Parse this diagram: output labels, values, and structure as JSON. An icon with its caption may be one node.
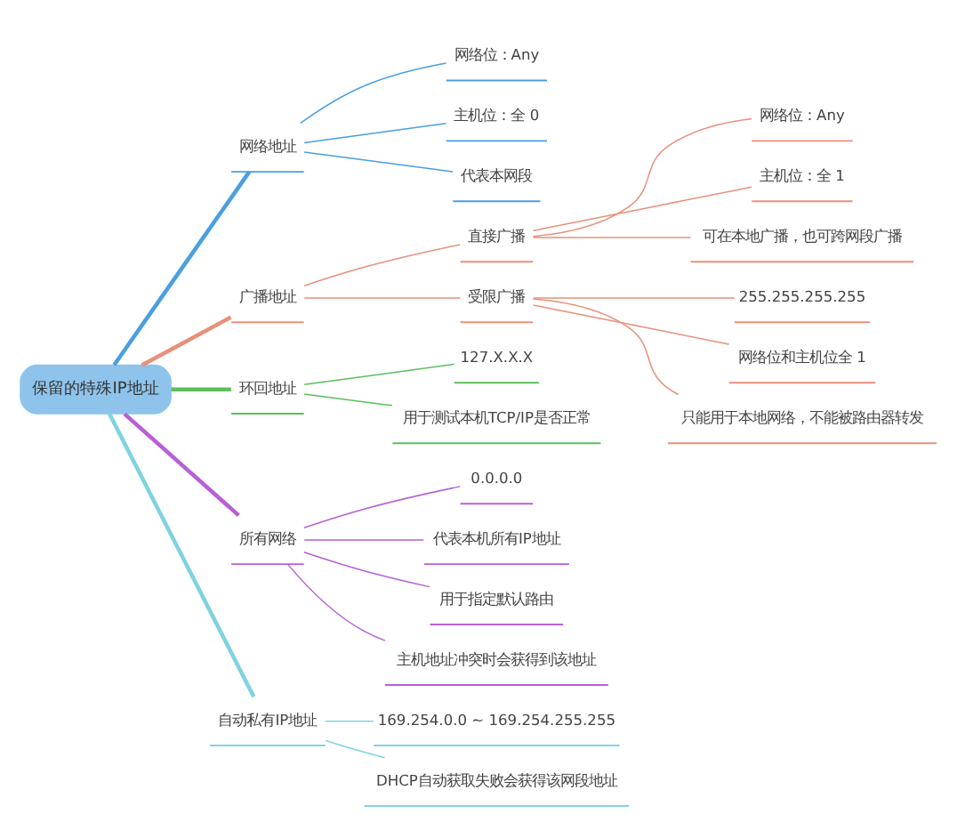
{
  "diagram": {
    "nodes": [
      {
        "text": [
          "保留的特殊IP地址"
        ]
      },
      {
        "text": [
          "网络地址"
        ]
      },
      {
        "text": [
          "网络位：Any"
        ]
      },
      {
        "text": [
          "主机位：全 0"
        ]
      },
      {
        "text": [
          "代表本网段"
        ]
      },
      {
        "text": [
          "广播地址"
        ]
      },
      {
        "text": [
          "直接广播"
        ]
      },
      {
        "text": [
          "网络位：Any"
        ]
      },
      {
        "text": [
          "主机位：全 1"
        ]
      },
      {
        "text": [
          "可在本地广播，也可跨网段广播"
        ]
      },
      {
        "text": [
          "受限广播"
        ]
      },
      {
        "text": [
          "255.255.255.255"
        ]
      },
      {
        "text": [
          "网络位和主机位全 1"
        ]
      },
      {
        "text": [
          "只能用于本地网络，不能被路由器转发"
        ]
      },
      {
        "text": [
          "环回地址"
        ]
      },
      {
        "text": [
          "127.X.X.X"
        ]
      },
      {
        "text": [
          "用于测试本机TCP/IP是否正常"
        ]
      },
      {
        "text": [
          "所有网络"
        ]
      },
      {
        "text": [
          "0.0.0.0"
        ]
      },
      {
        "text": [
          "代表本机所有IP地址"
        ]
      },
      {
        "text": [
          "用于指定默认路由"
        ]
      },
      {
        "text": [
          "主机地址冲突时会获得到该地址"
        ]
      },
      {
        "text": [
          "自动私有IP地址"
        ]
      },
      {
        "text": [
          "169.254.0.0 ~ 169.254.255.255"
        ]
      },
      {
        "text": [
          "DHCP自动获取失败会获得该网段地址"
        ]
      }
    ],
    "edges": [
      {
        "from": 0,
        "to": 1,
        "arrow": "none",
        "style": "thick",
        "color": "#4a9fe0"
      },
      {
        "from": 1,
        "to": 2,
        "arrow": "none",
        "color": "#4a9fe0"
      },
      {
        "from": 1,
        "to": 3,
        "arrow": "none",
        "color": "#4a9fe0"
      },
      {
        "from": 1,
        "to": 4,
        "arrow": "none",
        "color": "#4a9fe0"
      },
      {
        "from": 0,
        "to": 5,
        "arrow": "none",
        "style": "thick",
        "color": "#e8907a"
      },
      {
        "from": 5,
        "to": 6,
        "arrow": "none",
        "color": "#e8907a"
      },
      {
        "from": 6,
        "to": 7,
        "arrow": "none",
        "color": "#e8907a"
      },
      {
        "from": 6,
        "to": 8,
        "arrow": "none",
        "color": "#e8907a"
      },
      {
        "from": 6,
        "to": 9,
        "arrow": "none",
        "color": "#e8907a"
      },
      {
        "from": 5,
        "to": 10,
        "arrow": "none",
        "color": "#e8907a"
      },
      {
        "from": 10,
        "to": 11,
        "arrow": "none",
        "color": "#e8907a"
      },
      {
        "from": 10,
        "to": 12,
        "arrow": "none",
        "color": "#e8907a"
      },
      {
        "from": 10,
        "to": 13,
        "arrow": "none",
        "color": "#e8907a"
      },
      {
        "from": 0,
        "to": 14,
        "arrow": "none",
        "style": "thick",
        "color": "#5cbf5c"
      },
      {
        "from": 14,
        "to": 15,
        "arrow": "none",
        "color": "#5cbf5c"
      },
      {
        "from": 14,
        "to": 16,
        "arrow": "none",
        "color": "#5cbf5c"
      },
      {
        "from": 0,
        "to": 17,
        "arrow": "none",
        "style": "thick",
        "color": "#b85fd6"
      },
      {
        "from": 17,
        "to": 18,
        "arrow": "none",
        "color": "#b85fd6"
      },
      {
        "from": 17,
        "to": 19,
        "arrow": "none",
        "color": "#b85fd6"
      },
      {
        "from": 17,
        "to": 20,
        "arrow": "none",
        "color": "#b85fd6"
      },
      {
        "from": 17,
        "to": 21,
        "arrow": "none",
        "color": "#b85fd6"
      },
      {
        "from": 0,
        "to": 22,
        "arrow": "none",
        "style": "thick",
        "color": "#7fd3e0"
      },
      {
        "from": 22,
        "to": 23,
        "arrow": "none",
        "color": "#7fd3e0"
      },
      {
        "from": 22,
        "to": 24,
        "arrow": "none",
        "color": "#7fd3e0"
      }
    ]
  }
}
